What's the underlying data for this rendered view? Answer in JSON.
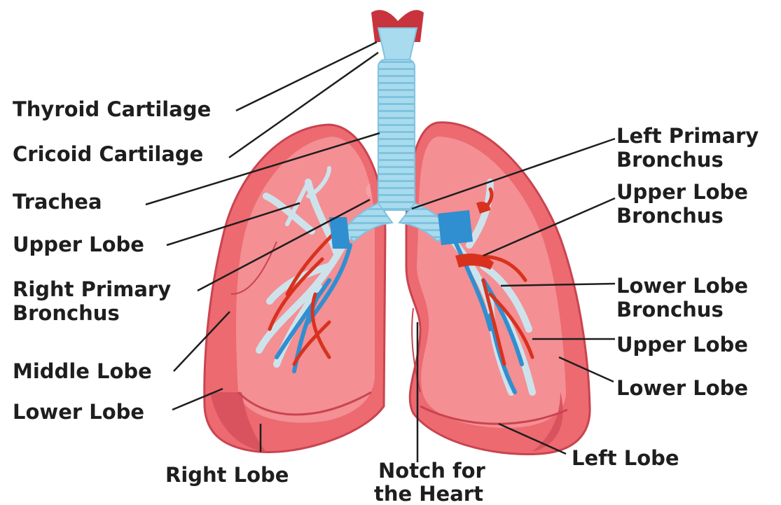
{
  "labels": {
    "thyroid_cartilage": "Thyroid Cartilage",
    "cricoid_cartilage": "Cricoid Cartilage",
    "trachea": "Trachea",
    "right_upper_lobe": "Upper Lobe",
    "right_primary_bronchus_1": "Right Primary",
    "right_primary_bronchus_2": "Bronchus",
    "middle_lobe": "Middle Lobe",
    "right_lower_lobe": "Lower Lobe",
    "right_lobe": "Right Lobe",
    "notch_1": "Notch for",
    "notch_2": "the Heart",
    "left_lobe": "Left Lobe",
    "left_lower_lobe": "Lower Lobe",
    "left_upper_lobe": "Upper Lobe",
    "lower_lobe_bronchus_1": "Lower Lobe",
    "lower_lobe_bronchus_2": "Bronchus",
    "upper_lobe_bronchus_1": "Upper Lobe",
    "upper_lobe_bronchus_2": "Bronchus",
    "left_primary_bronchus_1": "Left Primary",
    "left_primary_bronchus_2": "Bronchus"
  },
  "colors": {
    "lung_fill": "#ec6a70",
    "lung_inner": "#f48f93",
    "lung_dark": "#c94450",
    "airway": "#a9dbee",
    "vein": "#2f8fd0",
    "artery": "#d8321e",
    "label_text": "#1e1e1e",
    "leader_line": "#1e1e1e"
  }
}
